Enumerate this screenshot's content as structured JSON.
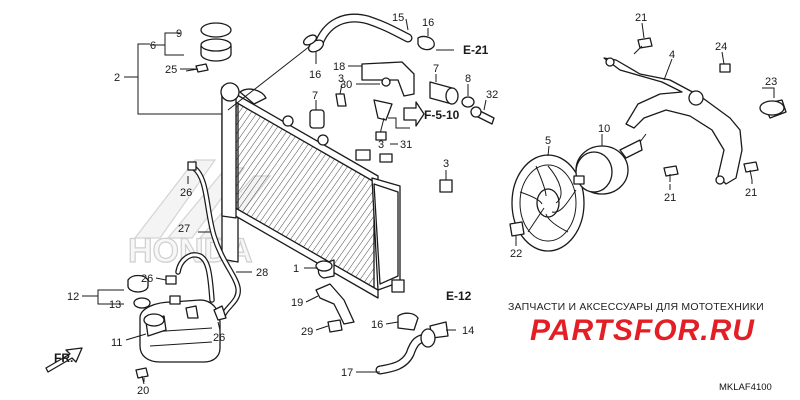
{
  "callouts": [
    "1",
    "2",
    "3",
    "3",
    "3",
    "4",
    "5",
    "6",
    "7",
    "7",
    "8",
    "9",
    "10",
    "11",
    "12",
    "13",
    "14",
    "15",
    "16",
    "16",
    "16",
    "17",
    "18",
    "19",
    "20",
    "21",
    "21",
    "21",
    "22",
    "23",
    "24",
    "25",
    "26",
    "26",
    "26",
    "27",
    "28",
    "29",
    "30",
    "31",
    "32"
  ],
  "references": [
    "E-21",
    "F-5-10",
    "E-12"
  ],
  "front_marker": "FR.",
  "watermark_text": "HONDA",
  "shop_caption": "ЗАПЧАСТИ И АКСЕССУАРЫ ДЛЯ МОТОТЕХНИКИ",
  "shop_brand": "PARTSFOR.RU",
  "diagram_code": "MKLAF4100",
  "colors": {
    "line": "#1a1a1a",
    "brand_red": "#e31e24",
    "watermark": "#cfcfcf"
  }
}
